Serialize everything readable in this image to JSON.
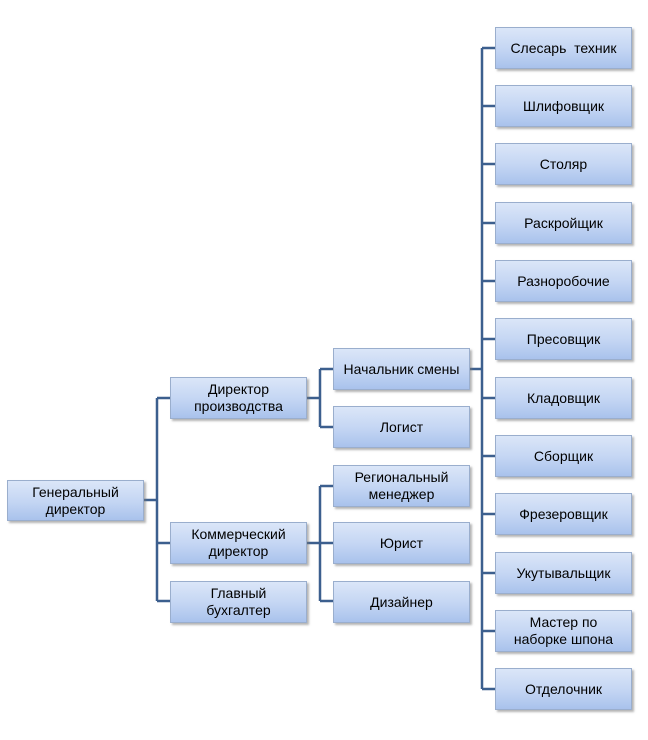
{
  "diagram": {
    "colors": {
      "connector": "#3c5f8e",
      "node_border": "#9aaecd"
    },
    "nodes": {
      "ceo": "Генеральный\nдиректор",
      "prod_director": "Директор\nпроизводства",
      "commercial_director": "Коммерческий\nдиректор",
      "chief_accountant": "Главный\nбухгалтер",
      "shift_chief": "Начальник смены",
      "logistician": "Логист",
      "regional_manager": "Региональный\nменеджер",
      "lawyer": "Юрист",
      "designer": "Дизайнер",
      "workers": [
        "Слесарь  техник",
        "Шлифовщик",
        "Столяр",
        "Раскройщик",
        "Разноробочие",
        "Пресовщик",
        "Кладовщик",
        "Сборщик",
        "Фрезеровщик",
        "Укутывальщик",
        "Мастер по\nнаборке шпона",
        "Отделочник"
      ]
    }
  }
}
